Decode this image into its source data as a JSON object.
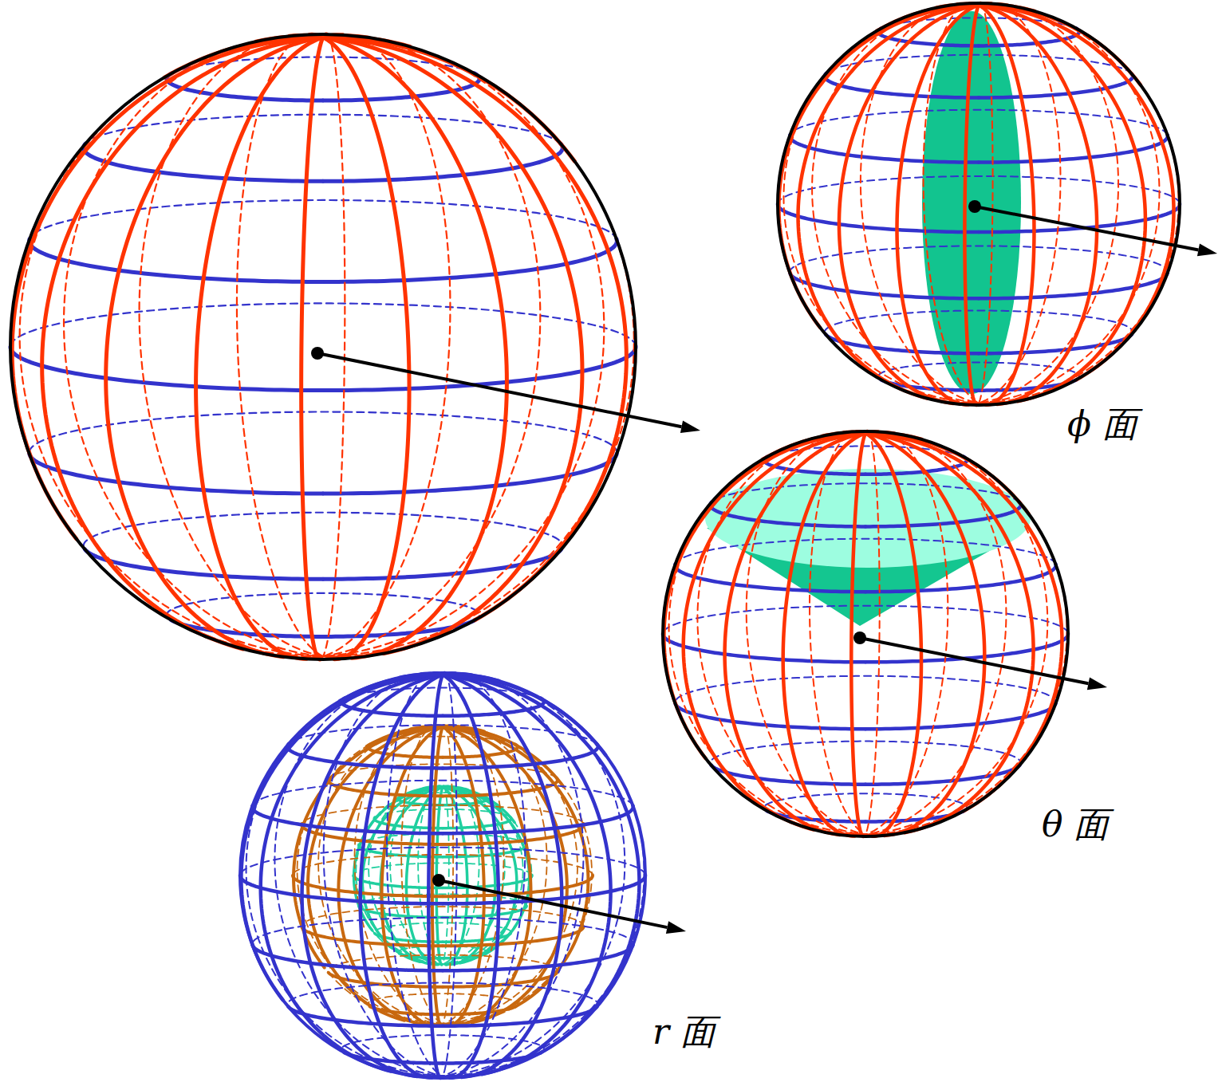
{
  "diagram": {
    "labels": [
      "ϕ 面",
      "θ 面",
      "r 面"
    ]
  }
}
